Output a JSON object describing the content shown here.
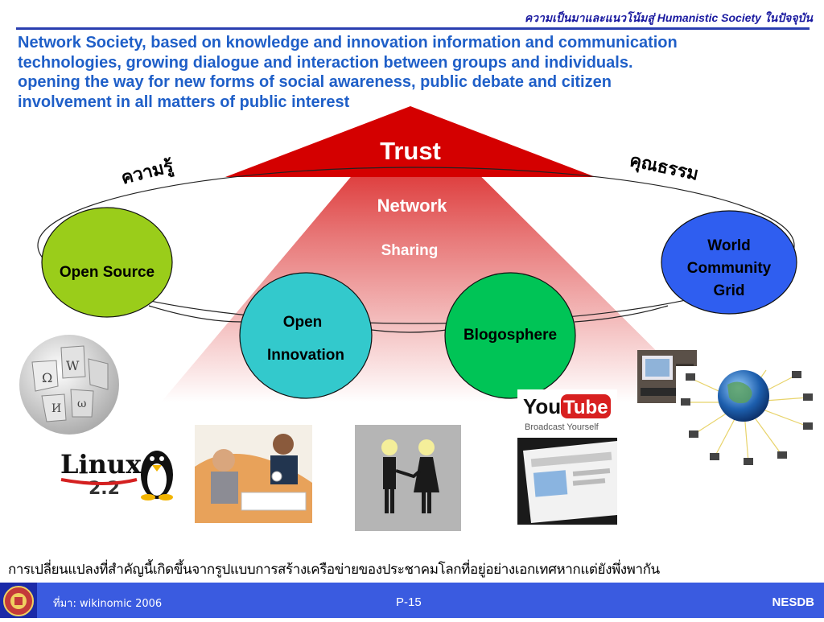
{
  "header": {
    "title": "ความเป็นมาและแนวโน้มสู่ Humanistic Society ในปัจจุบัน"
  },
  "intro": {
    "lines": [
      "Network Society, based on knowledge and innovation   information and communication",
      "technologies, growing dialogue and interaction between groups and individuals.",
      "opening the way for new forms of social awareness, public debate and citizen",
      "involvement in all matters of public interest"
    ]
  },
  "diagram": {
    "apex_label": "Trust",
    "level2_label": "Network",
    "level3_label": "Sharing",
    "left_thai": "ความรู้",
    "right_thai": "คุณธรรม",
    "circles": {
      "open_source": "Open Source",
      "world_grid": [
        "World",
        "Community",
        "Grid"
      ],
      "open_innovation": [
        "Open",
        "Innovation"
      ],
      "blogosphere": "Blogosphere"
    },
    "colors": {
      "apex_red": "#d40000",
      "open_source": "#9acd1a",
      "world_grid": "#2f5ef0",
      "open_innovation": "#33c9cc",
      "blogosphere": "#00c456"
    }
  },
  "images": {
    "linux_text": "Linux",
    "linux_version": "2.2",
    "youtube_you": "You",
    "youtube_tube": "Tube",
    "youtube_tagline": "Broadcast Yourself"
  },
  "caption": "การเปลี่ยนแปลงที่สำคัญนี้เกิดขึ้นจากรูปแบบการสร้างเครือข่ายของประชาคมโลกที่อยู่อย่างเอกเทศหากแต่ยังพึ่งพากัน",
  "footer": {
    "source": "ที่มา: wikinomic 2006",
    "page": "P-15",
    "brand": "NESDB"
  }
}
